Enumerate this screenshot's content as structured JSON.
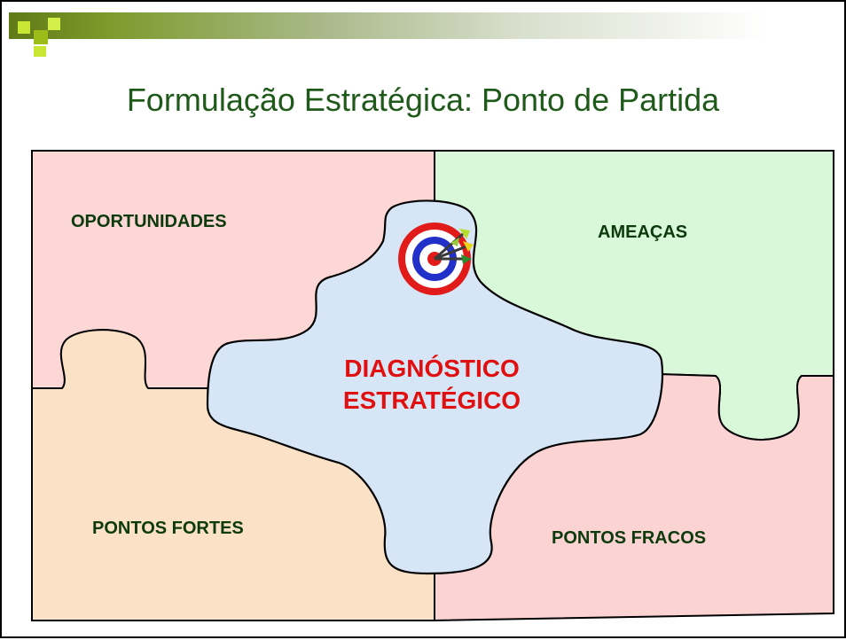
{
  "slide": {
    "title": "Formulação Estratégica: Ponto de Partida"
  },
  "quadrants": {
    "top_left": "OPORTUNIDADES",
    "top_right": "AMEAÇAS",
    "bottom_left": "PONTOS FORTES",
    "bottom_right": "PONTOS FRACOS"
  },
  "center": {
    "line1": "DIAGNÓSTICO",
    "line2": "ESTRATÉGICO"
  },
  "colors": {
    "title_green": "#1f5a1a",
    "opportunities_pink": "#fdd6d6",
    "threats_green": "#d9f7d9",
    "strengths_peach": "#fbe1c5",
    "weaknesses_pink": "#fbd3d3",
    "center_blue": "#d6e6f7",
    "center_text_red": "#e01010",
    "label_text": "#0c3a0c"
  },
  "icons": {
    "center_icon": "target-with-darts-icon"
  }
}
